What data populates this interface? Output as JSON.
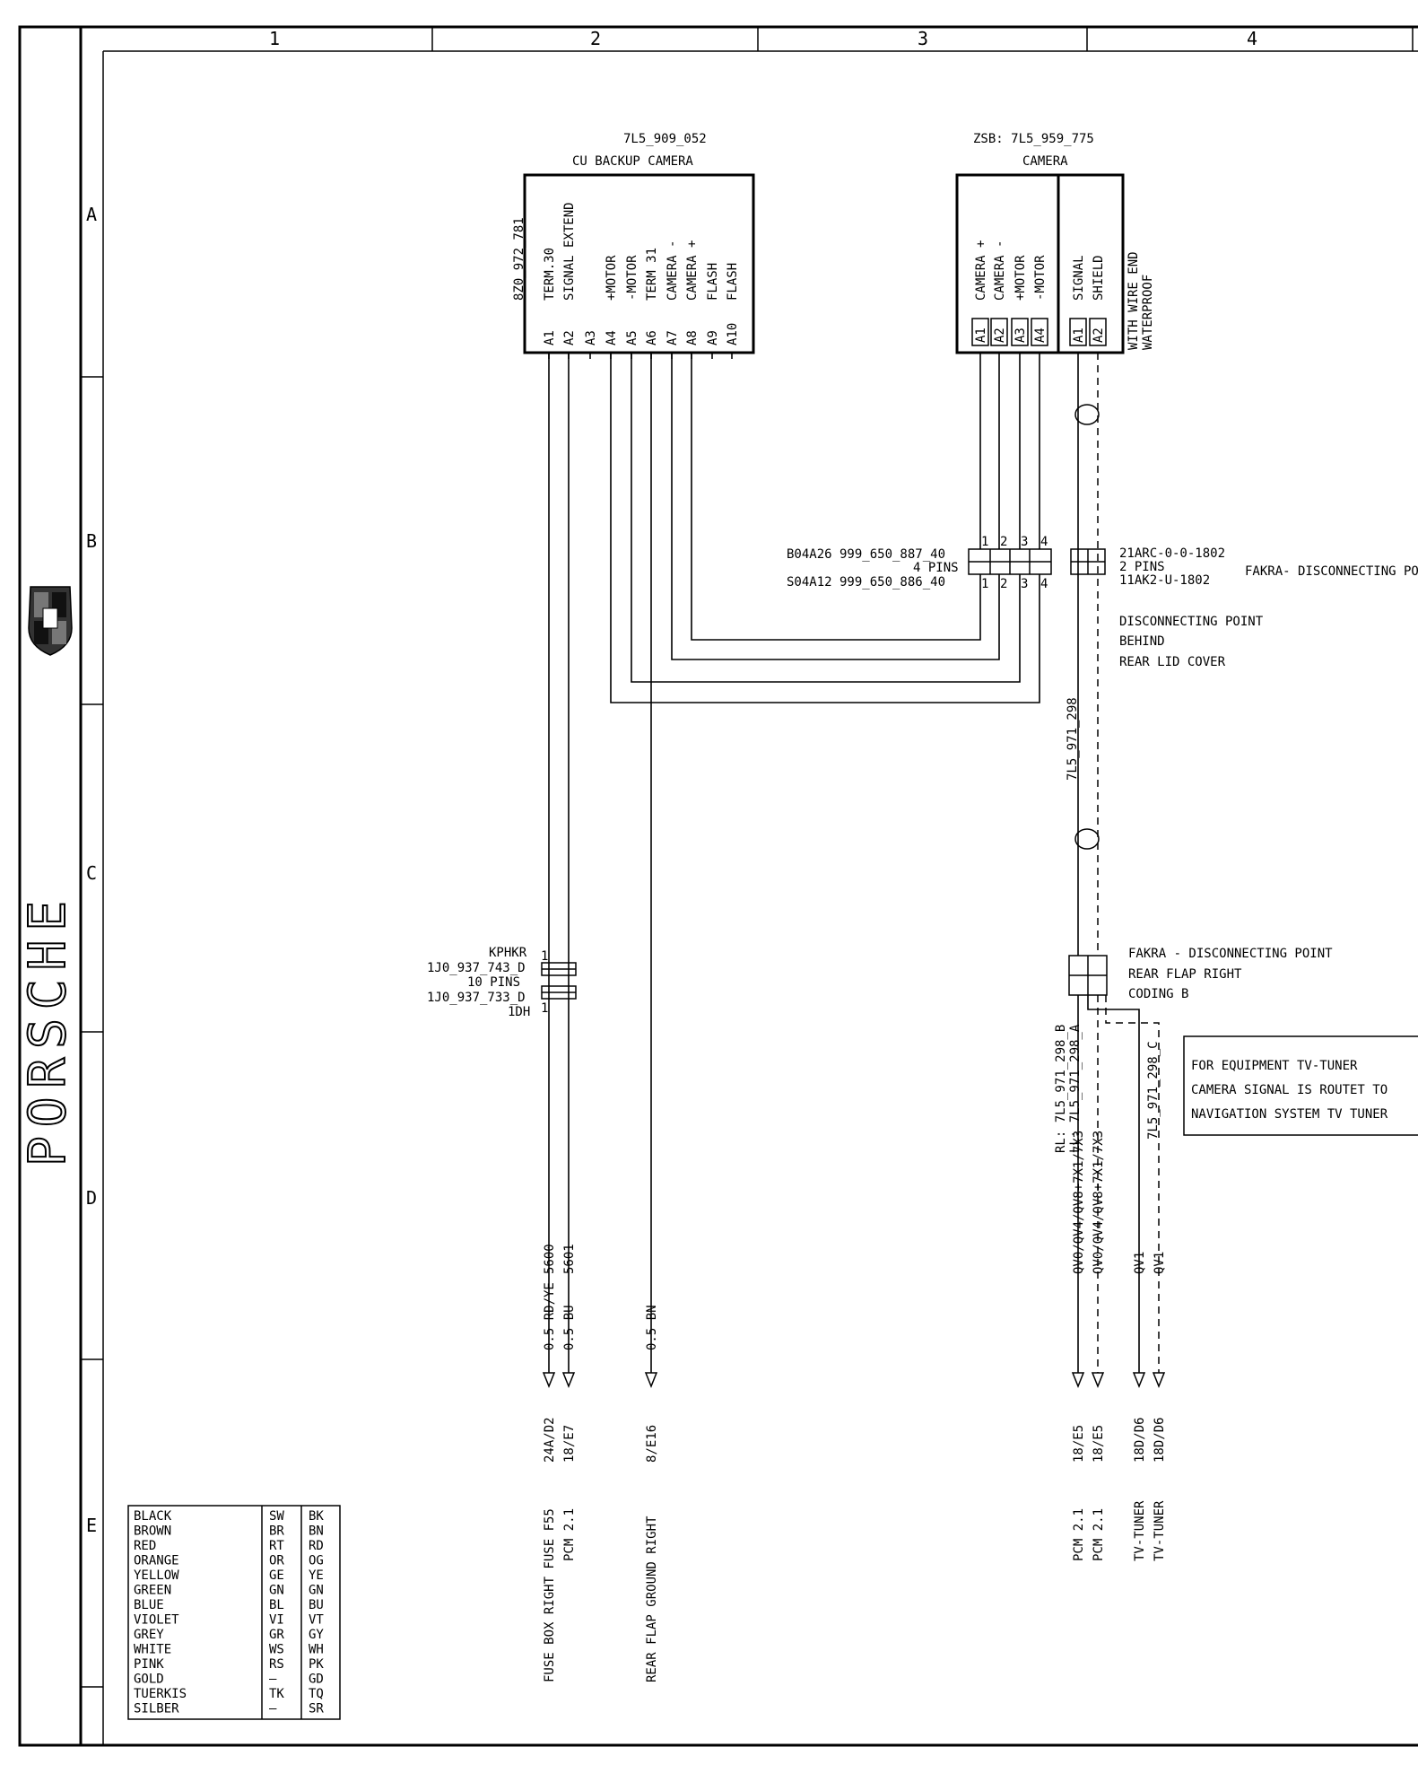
{
  "grid": {
    "columns": [
      "1",
      "2",
      "3",
      "4"
    ],
    "rows": [
      "A",
      "B",
      "C",
      "D",
      "E"
    ]
  },
  "logo": {
    "wordmark": "PORSCHE",
    "crest_icon": "porsche-crest-icon"
  },
  "cu_backup": {
    "part": "7L5_909_052",
    "name": "CU BACKUP CAMERA",
    "connector": "8Z0_972_781",
    "pins": [
      {
        "pin": "A1",
        "label": "TERM.30"
      },
      {
        "pin": "A2",
        "label": "SIGNAL EXTEND"
      },
      {
        "pin": "A3",
        "label": ""
      },
      {
        "pin": "A4",
        "label": "+MOTOR"
      },
      {
        "pin": "A5",
        "label": "-MOTOR"
      },
      {
        "pin": "A6",
        "label": "TERM 31"
      },
      {
        "pin": "A7",
        "label": "CAMERA -"
      },
      {
        "pin": "A8",
        "label": "CAMERA +"
      },
      {
        "pin": "A9",
        "label": "FLASH"
      },
      {
        "pin": "A10",
        "label": "FLASH"
      }
    ]
  },
  "camera": {
    "part": "ZSB: 7L5_959_775",
    "name": "CAMERA",
    "pins_left": [
      {
        "pin": "A1",
        "label": "CAMERA +"
      },
      {
        "pin": "A2",
        "label": "CAMERA -"
      },
      {
        "pin": "A3",
        "label": "+MOTOR"
      },
      {
        "pin": "A4",
        "label": "-MOTOR"
      }
    ],
    "pins_right": [
      {
        "pin": "A1",
        "label": "SIGNAL"
      },
      {
        "pin": "A2",
        "label": "SHIELD"
      }
    ],
    "note_line1": "WITH WIRE END",
    "note_line2": "WATERPROOF"
  },
  "connector_b": {
    "line1": "B04A26  999_650_887_40",
    "line2": "4 PINS",
    "line3": "S04A12  999_650_886_40",
    "pins": [
      "1",
      "2",
      "3",
      "4"
    ]
  },
  "fakra1": {
    "line1": "21ARC-0-0-1802",
    "line2": "2 PINS",
    "line3": "11AK2-U-1802",
    "label": "FAKRA- DISCONNECTING PO"
  },
  "disconnect_note": [
    "DISCONNECTING POINT",
    "BEHIND",
    "REAR LID COVER"
  ],
  "cable_7l5": "7L5_971_298",
  "kphkr": {
    "lines": [
      "KPHKR",
      "1J0_937_743_D",
      "10 PINS",
      "1J0_937_733_D",
      "1DH"
    ],
    "pin_top": "1",
    "pin_bottom": "1"
  },
  "fakra2": {
    "lines": [
      "FAKRA - DISCONNECTING POINT",
      "REAR FLAP  RIGHT",
      "CODING  B"
    ]
  },
  "rl_label": "RL: 7L5_971_298_B",
  "ll_label": "LL: 7L5_971_298_A",
  "c_label": "7L5_971_298_C",
  "tv_note": [
    "FOR EQUIPMENT     TV-TUNER",
    "CAMERA SIGNAL IS ROUTET TO",
    "NAVIGATION SYSTEM TV TUNER"
  ],
  "wires": [
    {
      "num": "5600",
      "color": "0.5 RD/YE",
      "ref": "24A/D2",
      "dest": "FUSE BOX RIGHT  FUSE F55"
    },
    {
      "num": "5601",
      "color": "0.5 BU",
      "ref": "18/E7",
      "dest": "PCM 2.1"
    },
    {
      "num": "",
      "color": "0.5 BN",
      "ref": "8/E16",
      "dest": "REAR FLAP  GROUND RIGHT"
    },
    {
      "num": "QV0/QV4/QV8+7X1/7X3",
      "color": "",
      "ref": "18/E5",
      "dest": "PCM 2.1"
    },
    {
      "num": "QV0/QV4/QV8+7X1/7X3",
      "color": "",
      "ref": "18/E5",
      "dest": "PCM 2.1"
    },
    {
      "num": "QV1",
      "color": "",
      "ref": "18D/D6",
      "dest": "TV-TUNER"
    },
    {
      "num": "QV1",
      "color": "",
      "ref": "18D/D6",
      "dest": "TV-TUNER"
    }
  ],
  "color_legend": [
    {
      "name": "BLACK",
      "de": "SW",
      "en": "BK"
    },
    {
      "name": "BROWN",
      "de": "BR",
      "en": "BN"
    },
    {
      "name": "RED",
      "de": "RT",
      "en": "RD"
    },
    {
      "name": "ORANGE",
      "de": "OR",
      "en": "OG"
    },
    {
      "name": "YELLOW",
      "de": "GE",
      "en": "YE"
    },
    {
      "name": "GREEN",
      "de": "GN",
      "en": "GN"
    },
    {
      "name": "BLUE",
      "de": "BL",
      "en": "BU"
    },
    {
      "name": "VIOLET",
      "de": "VI",
      "en": "VT"
    },
    {
      "name": "GREY",
      "de": "GR",
      "en": "GY"
    },
    {
      "name": "WHITE",
      "de": "WS",
      "en": "WH"
    },
    {
      "name": "PINK",
      "de": "RS",
      "en": "PK"
    },
    {
      "name": "GOLD",
      "de": "—",
      "en": "GD"
    },
    {
      "name": "TUERKIS",
      "de": "TK",
      "en": "TQ"
    },
    {
      "name": "SILBER",
      "de": "—",
      "en": "SR"
    }
  ]
}
